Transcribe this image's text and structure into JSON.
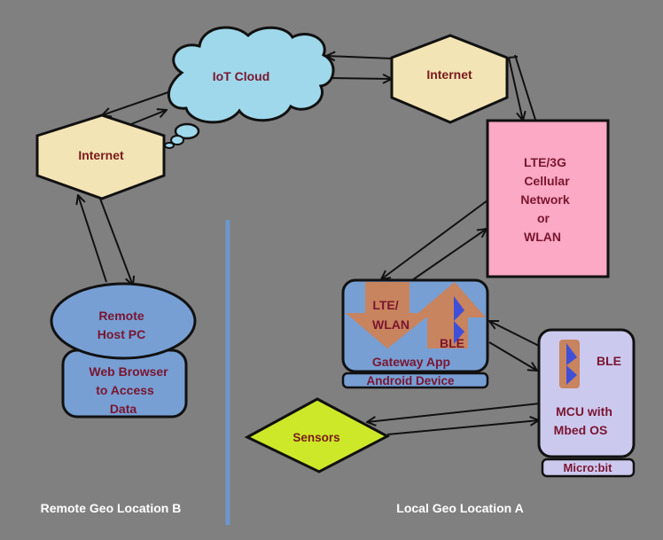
{
  "colors": {
    "background": "#808080",
    "cloud": "#9fd8ea",
    "internet": "#f3e4b5",
    "cellular": "#fba9c4",
    "gateway": "#779fd4",
    "gateway_arrows": "#c8845e",
    "ble_logo": "#3f4fd8",
    "mcu": "#ccc9ef",
    "sensors": "#cde829",
    "remote_host": "#779fd4",
    "divider": "#6f96cc",
    "label_text": "#7a1530",
    "location_text": "#ffffff"
  },
  "nodes": {
    "iot_cloud": {
      "label": "IoT Cloud"
    },
    "internet_remote": {
      "label": "Internet"
    },
    "internet_local": {
      "label": "Internet"
    },
    "cellular_network": {
      "lines": [
        "LTE/3G",
        "Cellular",
        "Network",
        "or",
        "WLAN"
      ]
    },
    "gateway": {
      "lte_lines": [
        "LTE/",
        "WLAN"
      ],
      "ble_label": "BLE",
      "app_label": "Gateway App",
      "device_label": "Android Device"
    },
    "mcu": {
      "ble_label": "BLE",
      "lines": [
        "MCU with",
        "Mbed OS"
      ],
      "board_label": "Micro:bit"
    },
    "sensors": {
      "label": "Sensors"
    },
    "remote_host": {
      "lines": [
        "Remote",
        "Host PC"
      ],
      "browser_lines": [
        "Web Browser",
        "to Access",
        "Data"
      ]
    }
  },
  "locations": {
    "remote": "Remote Geo Location B",
    "local": "Local Geo Location A"
  },
  "connections": [
    {
      "from": "iot_cloud",
      "to": "internet_local",
      "bidirectional": true
    },
    {
      "from": "iot_cloud",
      "to": "internet_remote",
      "bidirectional": true
    },
    {
      "from": "internet_local",
      "to": "cellular_network",
      "bidirectional": true
    },
    {
      "from": "internet_remote",
      "to": "remote_host",
      "bidirectional": true
    },
    {
      "from": "cellular_network",
      "to": "gateway",
      "bidirectional": true
    },
    {
      "from": "gateway",
      "to": "mcu",
      "bidirectional": true
    },
    {
      "from": "mcu",
      "to": "sensors",
      "bidirectional": true
    }
  ]
}
